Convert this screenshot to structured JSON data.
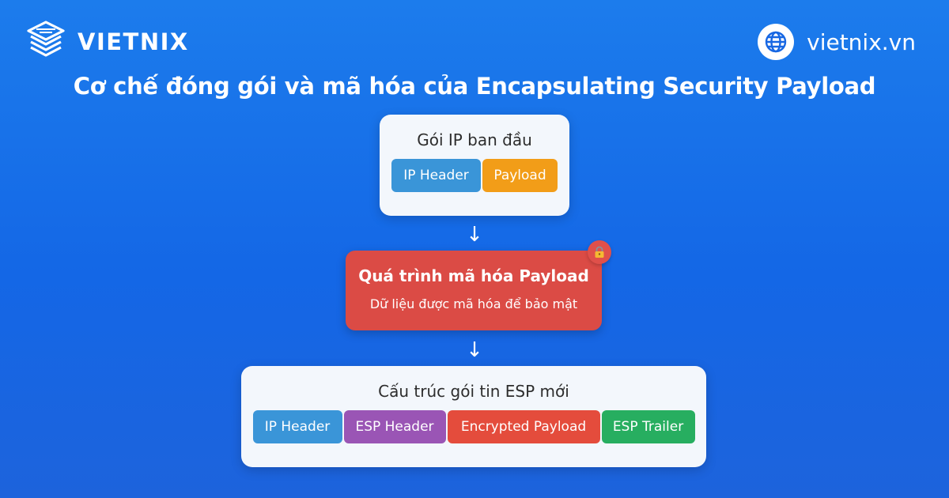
{
  "brand": {
    "name": "VIETNIX",
    "website": "vietnix.vn"
  },
  "title": "Cơ chế đóng gói và mã hóa của Encapsulating Security Payload",
  "original_packet": {
    "title": "Gói IP ban đầu",
    "blocks": [
      {
        "label": "IP Header",
        "color": "#3a95d8"
      },
      {
        "label": "Payload",
        "color": "#f29d18"
      }
    ]
  },
  "arrow_symbol": "↓",
  "encryption": {
    "title": "Quá trình mã hóa Payload",
    "subtitle": "Dữ liệu được mã hóa để bảo mật",
    "color": "#db4b45",
    "icon": "lock-icon"
  },
  "esp_packet": {
    "title": "Cấu trúc gói tin ESP mới",
    "blocks": [
      {
        "label": "IP Header",
        "color": "#3a95d8"
      },
      {
        "label": "ESP Header",
        "color": "#9a55b5"
      },
      {
        "label": "Encrypted Payload",
        "color": "#e44c3c"
      },
      {
        "label": "ESP Trailer",
        "color": "#27ae60"
      }
    ]
  },
  "colors": {
    "background": "#1a6fe8",
    "card": "#f3f7fc"
  }
}
